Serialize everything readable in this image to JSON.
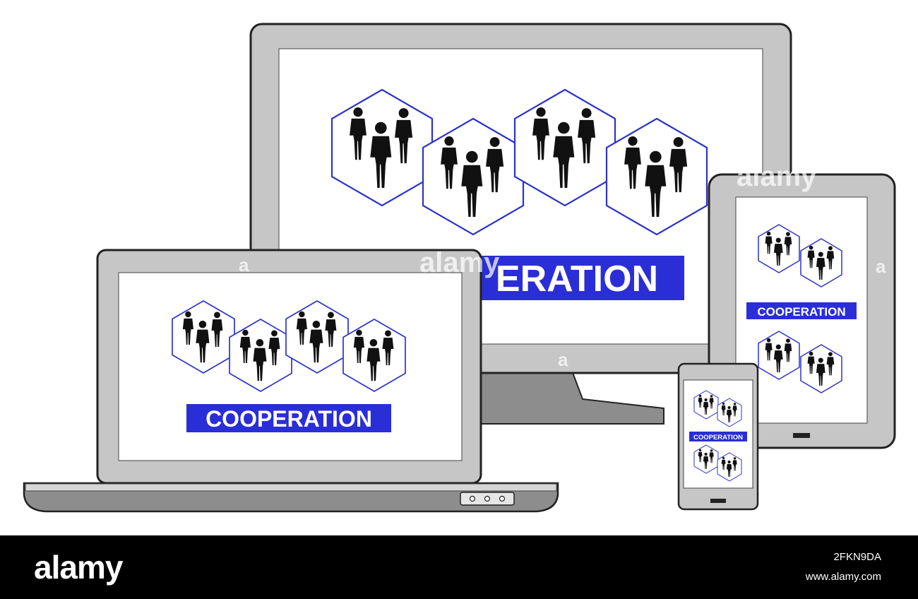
{
  "concept": {
    "label": "COOPERATION",
    "monitor_visible_label": "ERATION"
  },
  "watermark": {
    "text": "alamy",
    "mark": "a"
  },
  "footer": {
    "logo": "alamy",
    "image_id": "2FKN9DA",
    "url": "www.alamy.com"
  },
  "colors": {
    "accent": "#2a2ed6",
    "hex_outline": "#2b33c8",
    "device_frame": "#c4c4c4",
    "device_dark": "#8a8a8a",
    "people": "#111111",
    "footer_bg": "#000000"
  },
  "icons": {
    "group": "business-people-icon",
    "cell": "hexagon-icon"
  }
}
